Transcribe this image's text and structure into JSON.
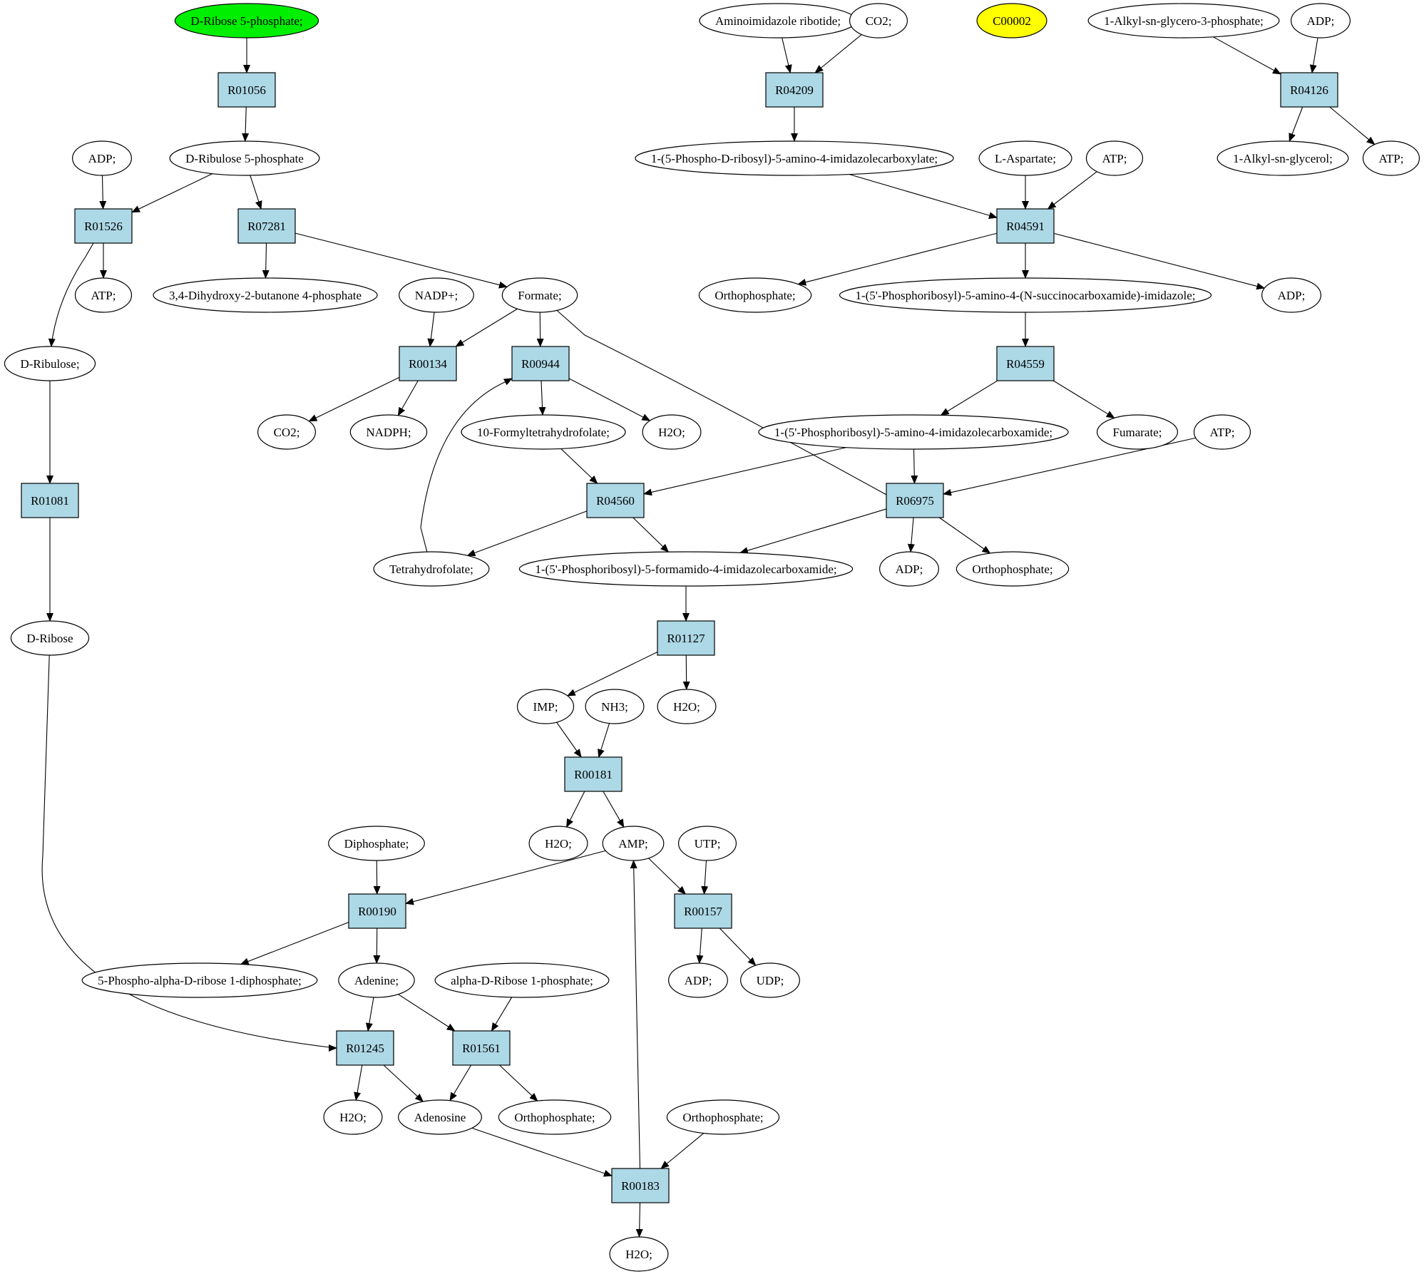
{
  "colors": {
    "reaction_fill": "#add8e6",
    "start_fill": "#00ee00",
    "highlight_fill": "#ffff00",
    "compound_fill": "#ffffff",
    "stroke": "#000000"
  },
  "graph": {
    "reactions": [
      {
        "id": "r01056",
        "label": "R01056"
      },
      {
        "id": "r04209",
        "label": "R04209"
      },
      {
        "id": "r04126",
        "label": "R04126"
      },
      {
        "id": "r01526",
        "label": "R01526"
      },
      {
        "id": "r07281",
        "label": "R07281"
      },
      {
        "id": "r04591",
        "label": "R04591"
      },
      {
        "id": "r00134",
        "label": "R00134"
      },
      {
        "id": "r00944",
        "label": "R00944"
      },
      {
        "id": "r04559",
        "label": "R04559"
      },
      {
        "id": "r01081",
        "label": "R01081"
      },
      {
        "id": "r04560",
        "label": "R04560"
      },
      {
        "id": "r06975",
        "label": "R06975"
      },
      {
        "id": "r01127",
        "label": "R01127"
      },
      {
        "id": "r00181",
        "label": "R00181"
      },
      {
        "id": "r00190",
        "label": "R00190"
      },
      {
        "id": "r00157",
        "label": "R00157"
      },
      {
        "id": "r01245",
        "label": "R01245"
      },
      {
        "id": "r01561",
        "label": "R01561"
      },
      {
        "id": "r00183",
        "label": "R00183"
      }
    ],
    "compounds": [
      {
        "id": "d_ribose_5p",
        "label": "D-Ribose 5-phosphate;",
        "style": "start"
      },
      {
        "id": "air",
        "label": "Aminoimidazole ribotide;"
      },
      {
        "id": "co2_top",
        "label": "CO2;"
      },
      {
        "id": "c00002",
        "label": "C00002",
        "style": "highlight"
      },
      {
        "id": "alkyl_g3p",
        "label": "1-Alkyl-sn-glycero-3-phosphate;"
      },
      {
        "id": "adp_top",
        "label": "ADP;"
      },
      {
        "id": "adp_left",
        "label": "ADP;"
      },
      {
        "id": "d_ribulose_5p",
        "label": "D-Ribulose 5-phosphate"
      },
      {
        "id": "cair",
        "label": "1-(5-Phospho-D-ribosyl)-5-amino-4-imidazolecarboxylate;"
      },
      {
        "id": "l_asp",
        "label": "L-Aspartate;"
      },
      {
        "id": "atp_r04591",
        "label": "ATP;"
      },
      {
        "id": "alkyl_glycerol",
        "label": "1-Alkyl-sn-glycerol;"
      },
      {
        "id": "atp_r04126",
        "label": "ATP;"
      },
      {
        "id": "atp_left",
        "label": "ATP;"
      },
      {
        "id": "dhbp",
        "label": "3,4-Dihydroxy-2-butanone 4-phosphate"
      },
      {
        "id": "nadp",
        "label": "NADP+;"
      },
      {
        "id": "formate",
        "label": "Formate;"
      },
      {
        "id": "pi_r04591",
        "label": "Orthophosphate;"
      },
      {
        "id": "saicar",
        "label": "1-(5'-Phosphoribosyl)-5-amino-4-(N-succinocarboxamide)-imidazole;"
      },
      {
        "id": "adp_r04591",
        "label": "ADP;"
      },
      {
        "id": "d_ribulose",
        "label": "D-Ribulose;"
      },
      {
        "id": "co2_mid",
        "label": "CO2;"
      },
      {
        "id": "nadph",
        "label": "NADPH;"
      },
      {
        "id": "formyl_thf",
        "label": "10-Formyltetrahydrofolate;"
      },
      {
        "id": "h2o_r00944",
        "label": "H2O;"
      },
      {
        "id": "aicar",
        "label": "1-(5'-Phosphoribosyl)-5-amino-4-imidazolecarboxamide;"
      },
      {
        "id": "fumarate",
        "label": "Fumarate;"
      },
      {
        "id": "atp_r06975",
        "label": "ATP;"
      },
      {
        "id": "thf",
        "label": "Tetrahydrofolate;"
      },
      {
        "id": "faicar",
        "label": "1-(5'-Phosphoribosyl)-5-formamido-4-imidazolecarboxamide;"
      },
      {
        "id": "adp_r06975",
        "label": "ADP;"
      },
      {
        "id": "pi_r06975",
        "label": "Orthophosphate;"
      },
      {
        "id": "d_ribose",
        "label": "D-Ribose"
      },
      {
        "id": "imp",
        "label": "IMP;"
      },
      {
        "id": "nh3",
        "label": "NH3;"
      },
      {
        "id": "h2o_r01127",
        "label": "H2O;"
      },
      {
        "id": "h2o_r00181",
        "label": "H2O;"
      },
      {
        "id": "amp",
        "label": "AMP;"
      },
      {
        "id": "utp",
        "label": "UTP;"
      },
      {
        "id": "diphosphate",
        "label": "Diphosphate;"
      },
      {
        "id": "prpp",
        "label": "5-Phospho-alpha-D-ribose 1-diphosphate;"
      },
      {
        "id": "adenine",
        "label": "Adenine;"
      },
      {
        "id": "ar1p",
        "label": "alpha-D-Ribose 1-phosphate;"
      },
      {
        "id": "adp_r00157",
        "label": "ADP;"
      },
      {
        "id": "udp",
        "label": "UDP;"
      },
      {
        "id": "h2o_r01245",
        "label": "H2O;"
      },
      {
        "id": "adenosine",
        "label": "Adenosine"
      },
      {
        "id": "pi_r01561",
        "label": "Orthophosphate;"
      },
      {
        "id": "pi_r00183",
        "label": "Orthophosphate;"
      },
      {
        "id": "h2o_r00183",
        "label": "H2O;"
      }
    ],
    "edges": [
      [
        "d_ribose_5p",
        "r01056"
      ],
      [
        "r01056",
        "d_ribulose_5p"
      ],
      [
        "adp_left",
        "r01526"
      ],
      [
        "d_ribulose_5p",
        "r01526"
      ],
      [
        "d_ribulose_5p",
        "r07281"
      ],
      [
        "r01526",
        "atp_left"
      ],
      [
        "r01526",
        "d_ribulose"
      ],
      [
        "r07281",
        "dhbp"
      ],
      [
        "r07281",
        "formate"
      ],
      [
        "nadp",
        "r00134"
      ],
      [
        "formate",
        "r00134"
      ],
      [
        "formate",
        "r00944"
      ],
      [
        "formate",
        "r06975"
      ],
      [
        "r00134",
        "co2_mid"
      ],
      [
        "r00134",
        "nadph"
      ],
      [
        "thf",
        "r00944"
      ],
      [
        "r00944",
        "formyl_thf"
      ],
      [
        "r00944",
        "h2o_r00944"
      ],
      [
        "formyl_thf",
        "r04560"
      ],
      [
        "air",
        "r04209"
      ],
      [
        "co2_top",
        "r04209"
      ],
      [
        "r04209",
        "cair"
      ],
      [
        "alkyl_g3p",
        "r04126"
      ],
      [
        "adp_top",
        "r04126"
      ],
      [
        "r04126",
        "alkyl_glycerol"
      ],
      [
        "r04126",
        "atp_r04126"
      ],
      [
        "cair",
        "r04591"
      ],
      [
        "l_asp",
        "r04591"
      ],
      [
        "atp_r04591",
        "r04591"
      ],
      [
        "r04591",
        "pi_r04591"
      ],
      [
        "r04591",
        "saicar"
      ],
      [
        "r04591",
        "adp_r04591"
      ],
      [
        "saicar",
        "r04559"
      ],
      [
        "r04559",
        "aicar"
      ],
      [
        "r04559",
        "fumarate"
      ],
      [
        "aicar",
        "r04560"
      ],
      [
        "aicar",
        "r06975"
      ],
      [
        "atp_r06975",
        "r06975"
      ],
      [
        "r04560",
        "thf"
      ],
      [
        "r04560",
        "faicar"
      ],
      [
        "r06975",
        "faicar"
      ],
      [
        "r06975",
        "adp_r06975"
      ],
      [
        "r06975",
        "pi_r06975"
      ],
      [
        "d_ribulose",
        "r01081"
      ],
      [
        "r01081",
        "d_ribose"
      ],
      [
        "faicar",
        "r01127"
      ],
      [
        "r01127",
        "imp"
      ],
      [
        "r01127",
        "h2o_r01127"
      ],
      [
        "imp",
        "r00181"
      ],
      [
        "nh3",
        "r00181"
      ],
      [
        "r00181",
        "h2o_r00181"
      ],
      [
        "r00181",
        "amp"
      ],
      [
        "diphosphate",
        "r00190"
      ],
      [
        "amp",
        "r00190"
      ],
      [
        "amp",
        "r00157"
      ],
      [
        "utp",
        "r00157"
      ],
      [
        "r00190",
        "prpp"
      ],
      [
        "r00190",
        "adenine"
      ],
      [
        "r00157",
        "adp_r00157"
      ],
      [
        "r00157",
        "udp"
      ],
      [
        "d_ribose",
        "r01245"
      ],
      [
        "adenine",
        "r01245"
      ],
      [
        "adenine",
        "r01561"
      ],
      [
        "ar1p",
        "r01561"
      ],
      [
        "r01245",
        "h2o_r01245"
      ],
      [
        "r01245",
        "adenosine"
      ],
      [
        "r01561",
        "adenosine"
      ],
      [
        "r01561",
        "pi_r01561"
      ],
      [
        "adenosine",
        "r00183"
      ],
      [
        "pi_r00183",
        "r00183"
      ],
      [
        "r00183",
        "amp"
      ],
      [
        "r00183",
        "h2o_r00183"
      ]
    ]
  }
}
